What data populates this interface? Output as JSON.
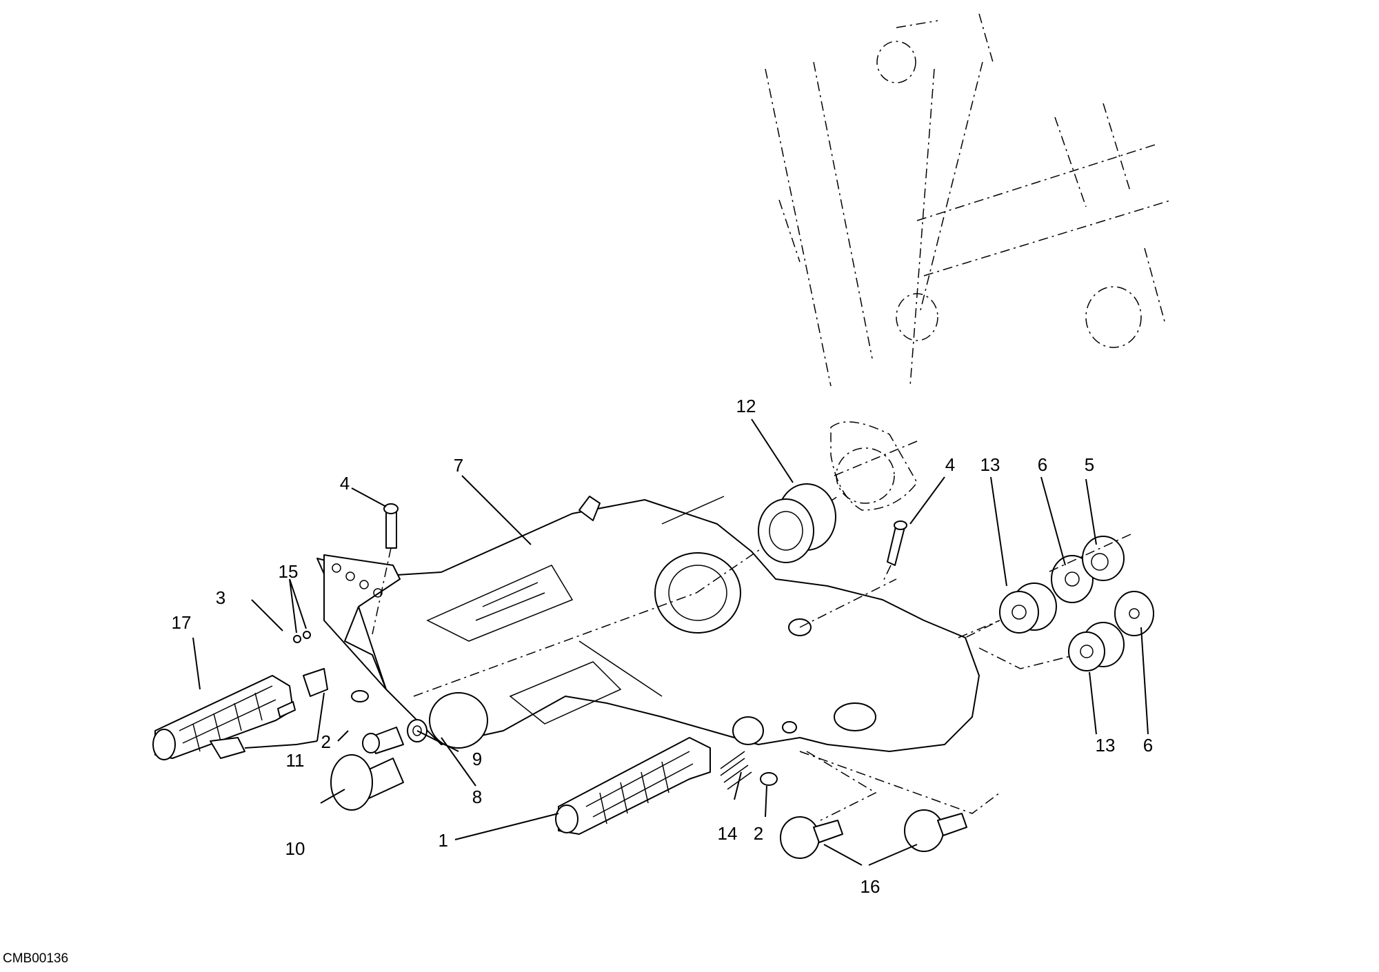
{
  "diagram": {
    "drawing_code": "CMB00136",
    "callouts": [
      "1",
      "2",
      "2",
      "3",
      "4",
      "4",
      "5",
      "6",
      "6",
      "7",
      "8",
      "9",
      "10",
      "11",
      "12",
      "13",
      "13",
      "14",
      "15",
      "16",
      "17"
    ]
  }
}
